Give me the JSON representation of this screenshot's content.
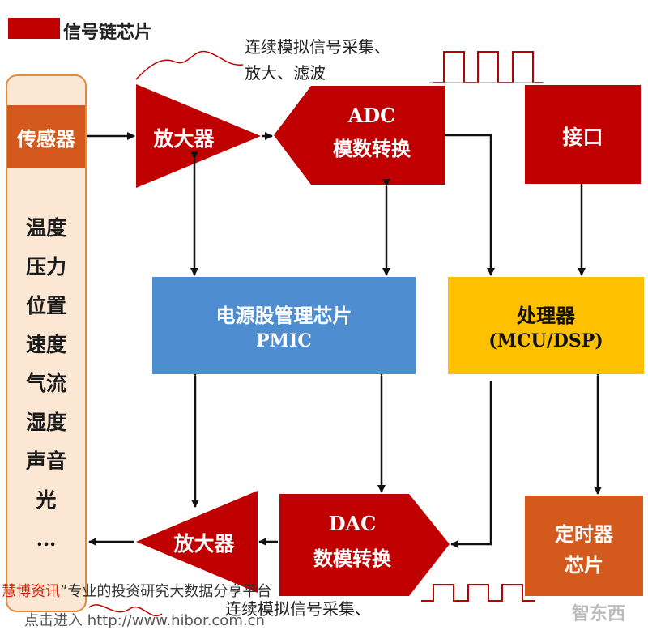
{
  "legend": {
    "label": "信号链芯片",
    "color": "#c00000"
  },
  "annotations": {
    "top_line1": "连续模拟信号采集、",
    "top_line2": "放大、滤波",
    "bottom_line1": "连续模拟信号采集、"
  },
  "sensor": {
    "title": "传感器",
    "items": [
      "温度",
      "压力",
      "位置",
      "速度",
      "气流",
      "湿度",
      "声音",
      "光",
      "…"
    ]
  },
  "blocks": {
    "amp_top": "放大器",
    "adc_line1": "ADC",
    "adc_line2": "模数转换",
    "interface": "接口",
    "pmic_line1": "电源股管理芯片",
    "pmic_line2": "PMIC",
    "processor_line1": "处理器",
    "processor_line2": "(MCU/DSP)",
    "dac_line1": "DAC",
    "dac_line2": "数模转换",
    "amp_bottom": "放大器",
    "timer_line1": "定时器",
    "timer_line2": "芯片"
  },
  "footer": {
    "brand": "慧博资讯",
    "quote": "”",
    "slogan": "专业的投资研究大数据分享平台",
    "link": "点击进入 http://www.hibor.com.cn"
  },
  "watermark": "智东西",
  "colors": {
    "signal_chain": "#c00000",
    "sensor_head": "#d35a1c",
    "sensor_bg": "#fbe7d3",
    "pmic": "#4e8ed0",
    "processor": "#ffc000",
    "timer": "#d35a1c"
  }
}
